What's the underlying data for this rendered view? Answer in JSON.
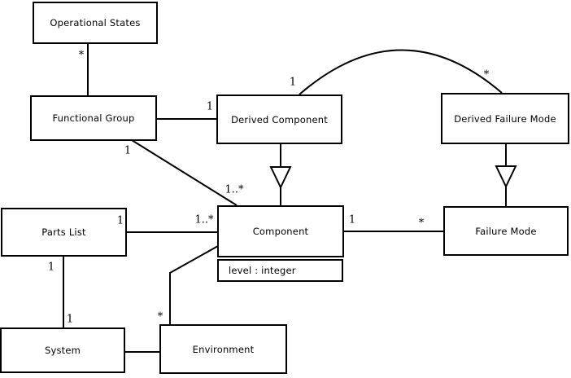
{
  "diagram": {
    "kind": "uml-class-diagram",
    "line_color": "#000000",
    "background_color": "#ffffff",
    "classes": {
      "operational_states": {
        "name": "Operational States"
      },
      "functional_group": {
        "name": "Functional Group"
      },
      "derived_component": {
        "name": "Derived Component"
      },
      "derived_failure_mode": {
        "name": "Derived Failure Mode"
      },
      "parts_list": {
        "name": "Parts List"
      },
      "component": {
        "name": "Component",
        "attributes": [
          "level : integer"
        ]
      },
      "failure_mode": {
        "name": "Failure Mode"
      },
      "system": {
        "name": "System"
      },
      "environment": {
        "name": "Environment"
      }
    },
    "relationships": [
      {
        "type": "association",
        "from": "Operational States",
        "to": "Functional Group",
        "labels": [
          {
            "end": "Operational States",
            "text": "*"
          }
        ]
      },
      {
        "type": "association",
        "from": "Functional Group",
        "to": "Derived Component",
        "labels": [
          {
            "end": "Derived Component",
            "text": "1"
          }
        ]
      },
      {
        "type": "association",
        "from": "Derived Component",
        "to": "Derived Failure Mode",
        "labels": [
          {
            "end": "Derived Component",
            "text": "1"
          },
          {
            "end": "Derived Failure Mode",
            "text": "*"
          }
        ]
      },
      {
        "type": "association",
        "from": "Functional Group",
        "to": "Component",
        "labels": [
          {
            "end": "Functional Group",
            "text": "1"
          },
          {
            "end": "Component",
            "text": "1..*"
          }
        ]
      },
      {
        "type": "association",
        "from": "Parts List",
        "to": "Component",
        "labels": [
          {
            "end": "Parts List",
            "text": "1"
          },
          {
            "end": "Component",
            "text": "1..*"
          }
        ]
      },
      {
        "type": "association",
        "from": "Component",
        "to": "Failure Mode",
        "labels": [
          {
            "end": "Component",
            "text": "1"
          },
          {
            "end": "Failure Mode",
            "text": "*"
          }
        ]
      },
      {
        "type": "generalization",
        "from": "Component",
        "to": "Derived Component",
        "labels": []
      },
      {
        "type": "generalization",
        "from": "Failure Mode",
        "to": "Derived Failure Mode",
        "labels": []
      },
      {
        "type": "association",
        "from": "Parts List",
        "to": "System",
        "labels": [
          {
            "end": "Parts List",
            "text": "1"
          },
          {
            "end": "System",
            "text": "1"
          }
        ]
      },
      {
        "type": "association",
        "from": "System",
        "to": "Environment",
        "labels": []
      },
      {
        "type": "association",
        "from": "Component",
        "to": "Environment",
        "labels": [
          {
            "end": "Environment",
            "text": "*"
          }
        ]
      }
    ]
  }
}
